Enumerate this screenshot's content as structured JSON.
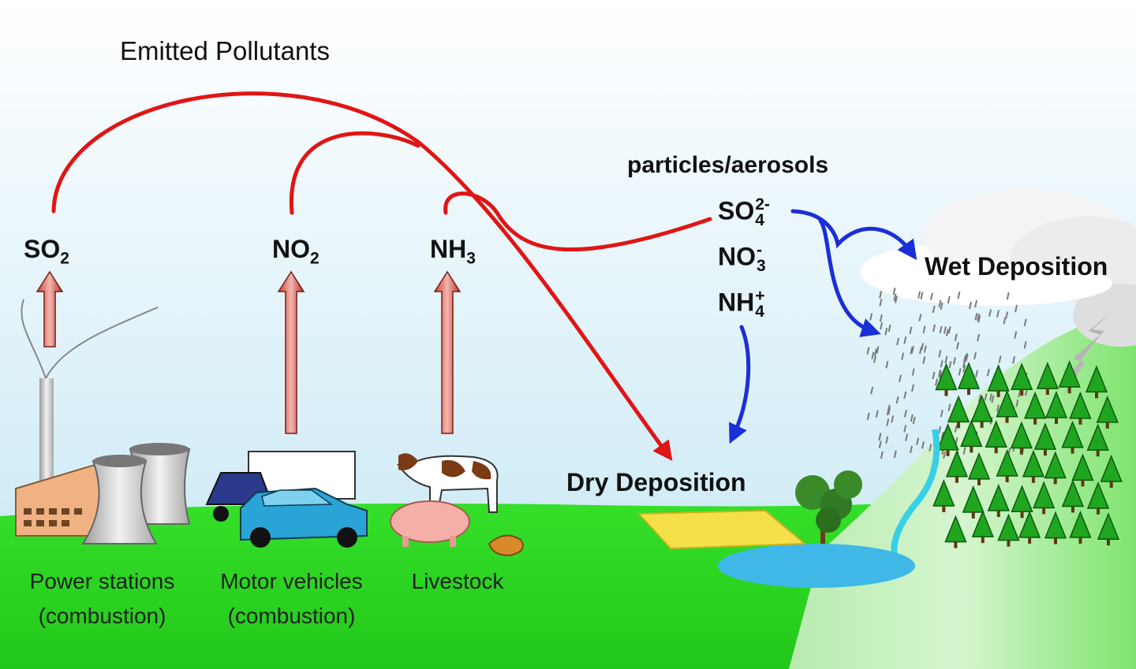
{
  "title": "Emitted Pollutants",
  "sources": [
    {
      "line1": "Power stations",
      "line2": "(combustion)"
    },
    {
      "line1": "Motor vehicles",
      "line2": "(combustion)"
    },
    {
      "line1": "Livestock",
      "line2": ""
    }
  ],
  "gases": [
    {
      "base": "SO",
      "sub": "2"
    },
    {
      "base": "NO",
      "sub": "2"
    },
    {
      "base": "NH",
      "sub": "3"
    }
  ],
  "particles_label": "particles/aerosols",
  "ions": [
    {
      "base": "SO",
      "sup": "2-",
      "sub": "4"
    },
    {
      "base": "NO",
      "sup": "-",
      "sub": "3"
    },
    {
      "base": "NH",
      "sup": "+",
      "sub": "4"
    }
  ],
  "dry_deposition": "Dry Deposition",
  "wet_deposition": "Wet Deposition",
  "colors": {
    "emission_arrow": "#e01515",
    "deposition_arrow": "#1a2fd6",
    "grass": "#33dd2a",
    "sky_top": "#ffffff",
    "sky_bottom": "#cfeaf5"
  }
}
